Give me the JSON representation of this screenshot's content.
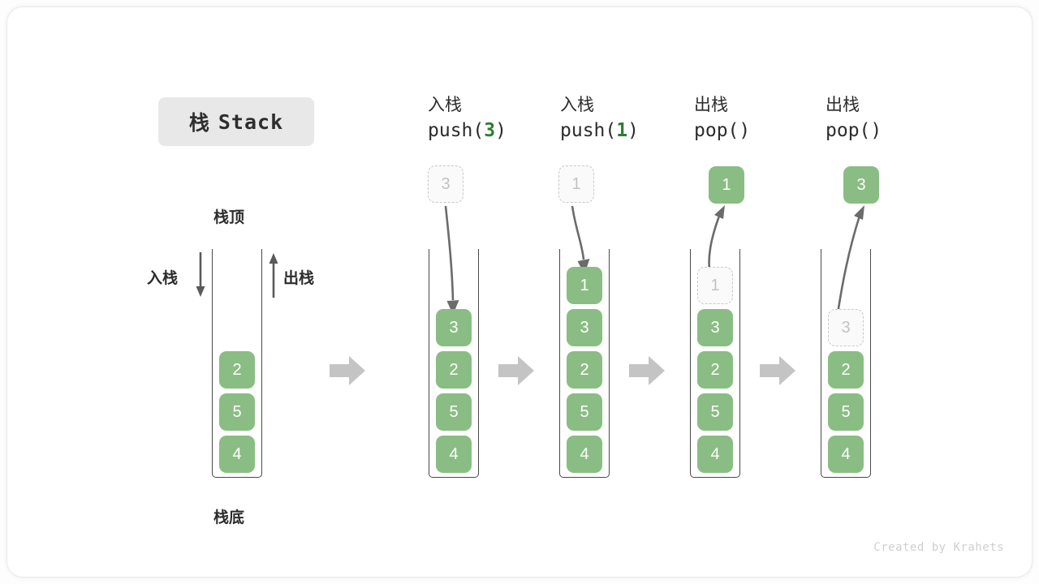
{
  "title": {
    "cn": "栈",
    "en": "Stack"
  },
  "labels": {
    "top": "栈顶",
    "bottom": "栈底",
    "push_side": "入栈",
    "pop_side": "出栈"
  },
  "credit": "Created by Krahets",
  "colors": {
    "cell_fill": "#8abd83",
    "cell_text": "#ffffff",
    "ghost_border": "#c9c9c9",
    "ghost_text": "#c2c2c2",
    "accent_number": "#2e7d32",
    "arrow": "#6b6b6b",
    "block_arrow": "#c4c4c4",
    "container_border": "#4a4a4a",
    "chip_bg": "#e8e8e8"
  },
  "stages": [
    {
      "id": "initial",
      "header_cn": "",
      "header_code": "",
      "header_code_arg": "",
      "cells": [
        "2",
        "5",
        "4"
      ],
      "ghost_cell": null,
      "floating_cell": null
    },
    {
      "id": "push-3",
      "header_cn": "入栈",
      "header_code_prefix": "push(",
      "header_code_arg": "3",
      "header_code_suffix": ")",
      "cells": [
        "3",
        "2",
        "5",
        "4"
      ],
      "ghost_cell": "3",
      "floating_cell": null
    },
    {
      "id": "push-1",
      "header_cn": "入栈",
      "header_code_prefix": "push(",
      "header_code_arg": "1",
      "header_code_suffix": ")",
      "cells": [
        "1",
        "3",
        "2",
        "5",
        "4"
      ],
      "ghost_cell": "1",
      "floating_cell": null
    },
    {
      "id": "pop-1",
      "header_cn": "出栈",
      "header_code_prefix": "pop(",
      "header_code_arg": "",
      "header_code_suffix": ")",
      "cells": [
        "3",
        "2",
        "5",
        "4"
      ],
      "ghost_cell": "1",
      "floating_cell": "1"
    },
    {
      "id": "pop-3",
      "header_cn": "出栈",
      "header_code_prefix": "pop(",
      "header_code_arg": "",
      "header_code_suffix": ")",
      "cells": [
        "2",
        "5",
        "4"
      ],
      "ghost_cell": "3",
      "floating_cell": "3"
    }
  ],
  "block_arrows": 4
}
